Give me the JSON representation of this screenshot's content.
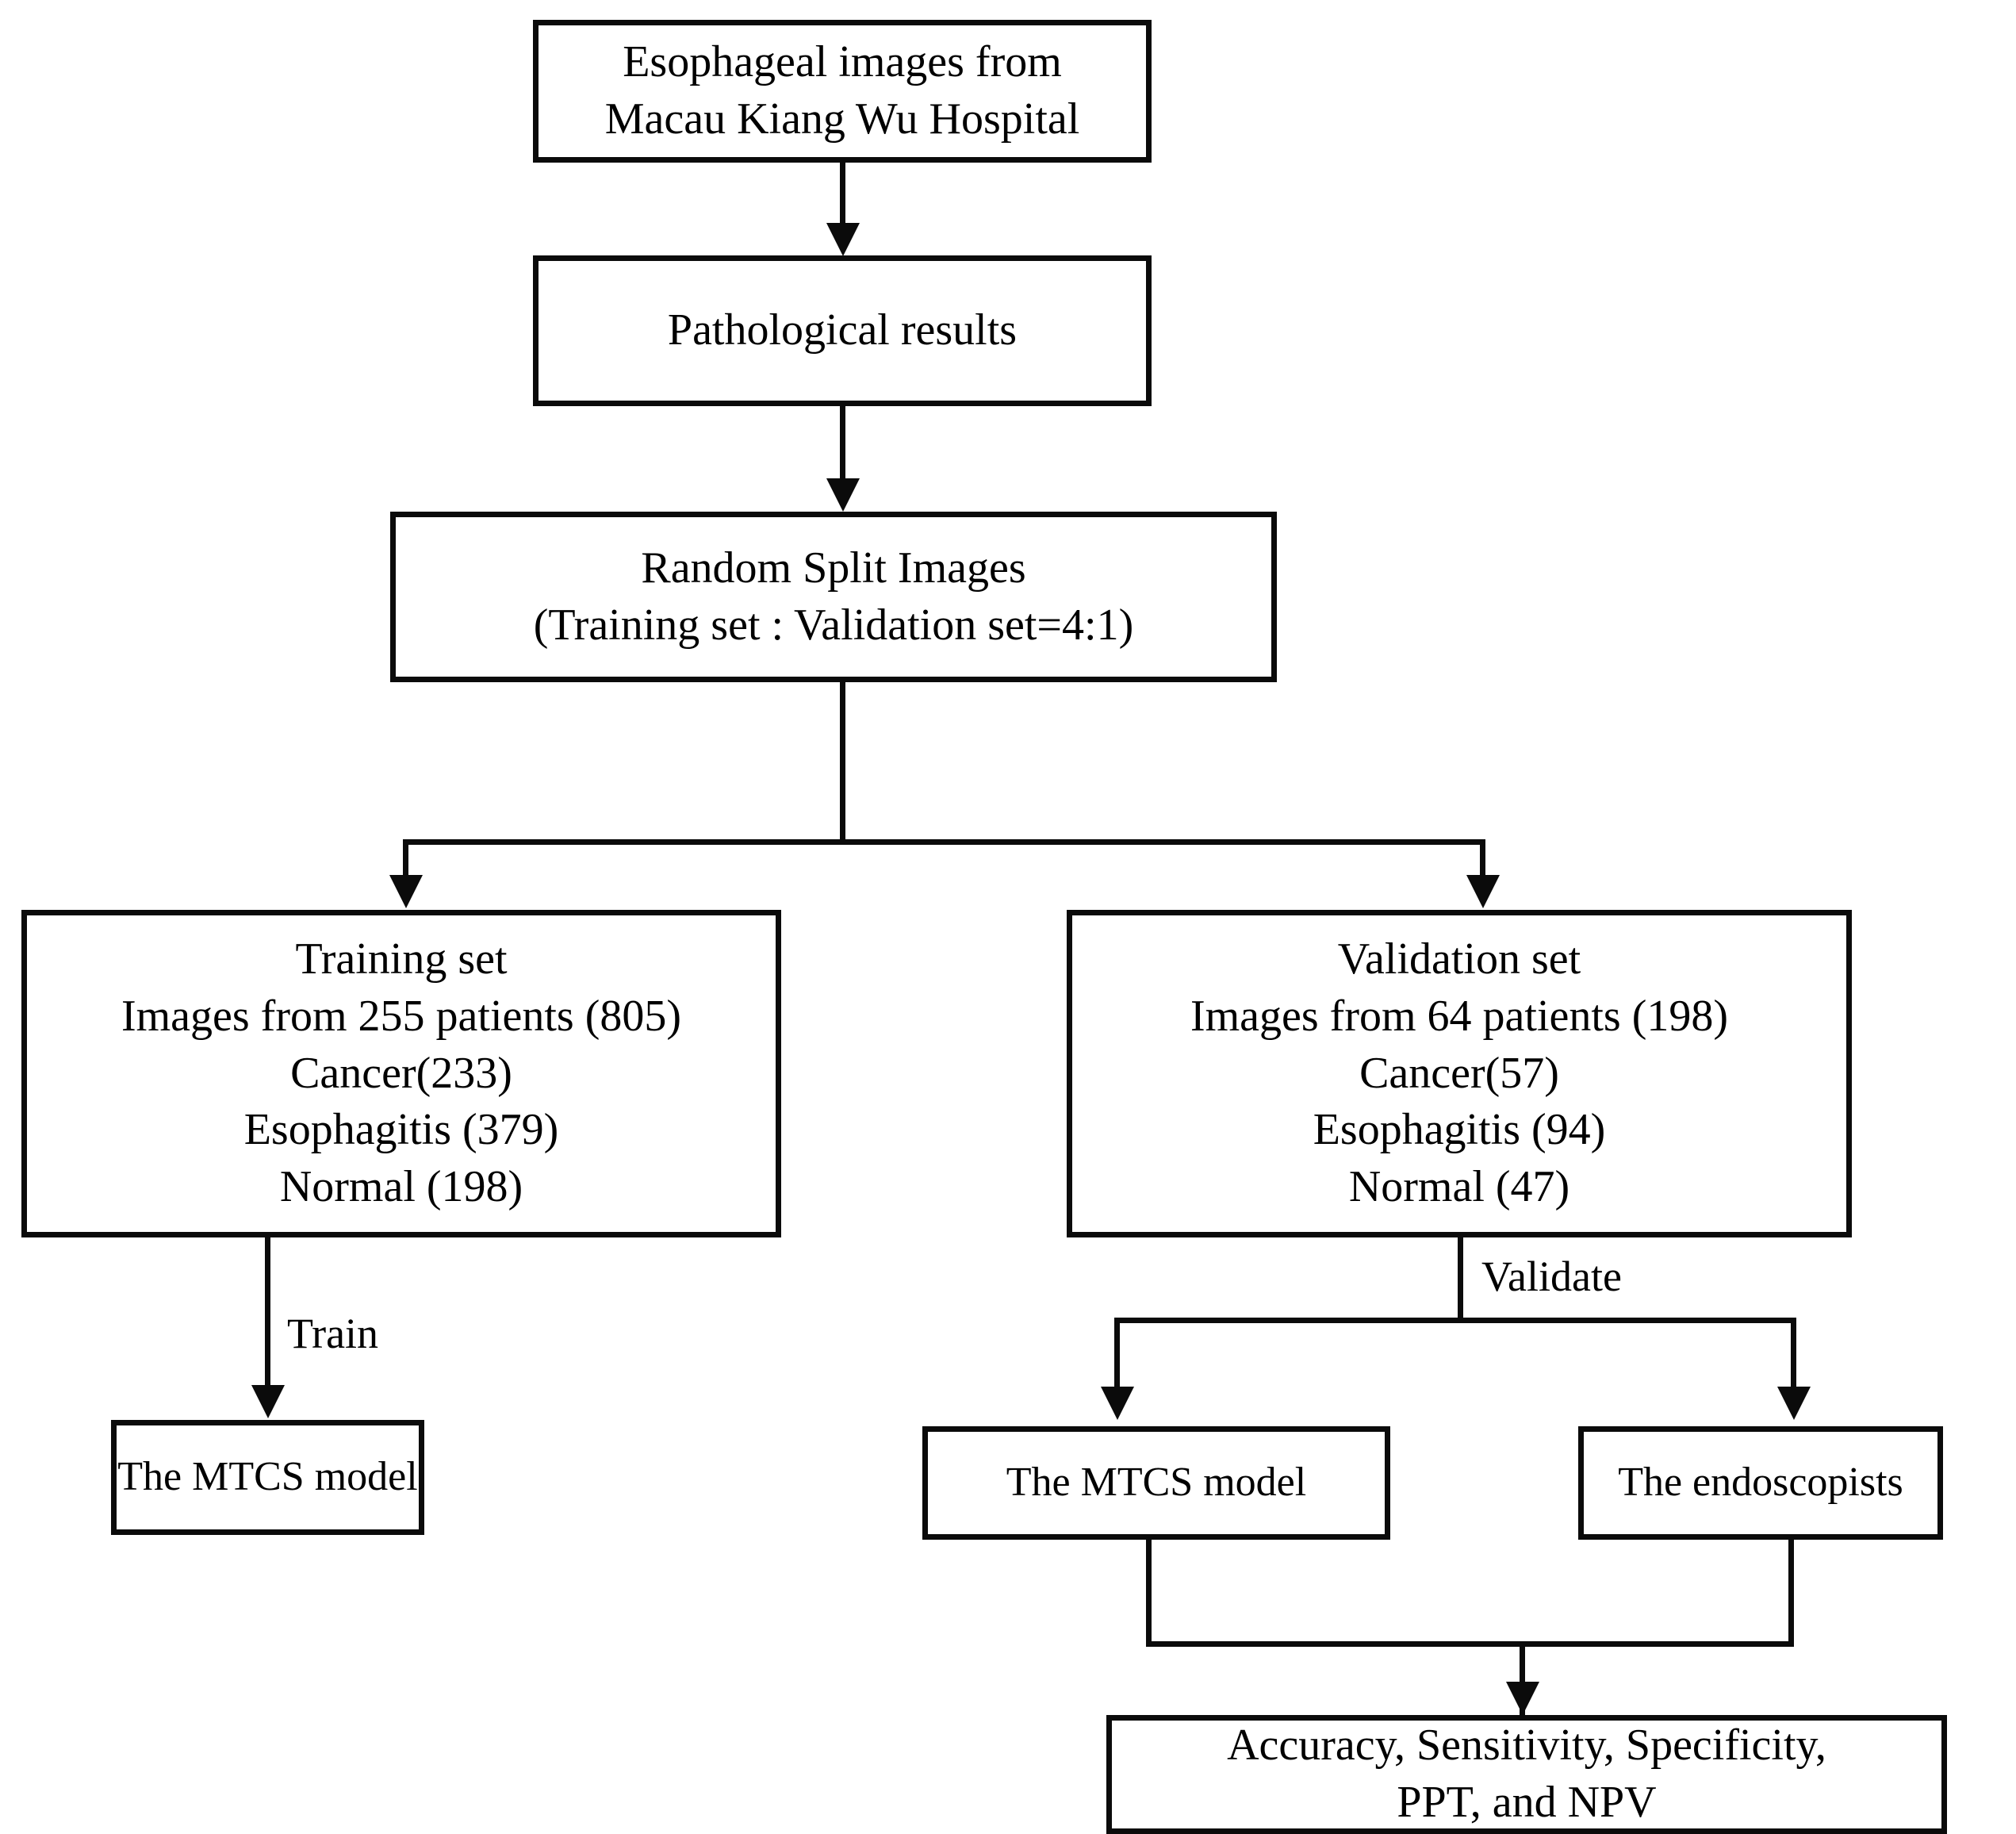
{
  "diagram": {
    "title": "Study design flowchart for MTCS model development and validation",
    "colors": {
      "line": "#0b0b0b",
      "box_border": "#0b0b0b",
      "box_fill": "#ffffff",
      "text": "#000000",
      "background": "#ffffff"
    }
  },
  "nodes": {
    "source": {
      "lines": [
        "Esophageal  images from",
        "Macau Kiang Wu Hospital"
      ]
    },
    "pathology": {
      "lines": [
        "Pathological results"
      ]
    },
    "split": {
      "lines": [
        "Random Split Images",
        "(Training set : Validation set=4:1)"
      ]
    },
    "training_set": {
      "lines": [
        "Training set",
        "Images from 255 patients (805)",
        "Cancer(233)",
        "Esophagitis (379)",
        "Normal (198)"
      ]
    },
    "validation_set": {
      "lines": [
        "Validation set",
        "Images from  64 patients (198)",
        "Cancer(57)",
        "Esophagitis (94)",
        "Normal (47)"
      ]
    },
    "model_trained": {
      "lines": [
        "The MTCS model"
      ]
    },
    "model_validated": {
      "lines": [
        "The MTCS model"
      ]
    },
    "endoscopists": {
      "lines": [
        "The endoscopists"
      ]
    },
    "metrics": {
      "lines": [
        "Accuracy, Sensitivity, Specificity,",
        "PPT, and NPV"
      ]
    }
  },
  "edge_labels": {
    "train": "Train",
    "validate": "Validate"
  }
}
